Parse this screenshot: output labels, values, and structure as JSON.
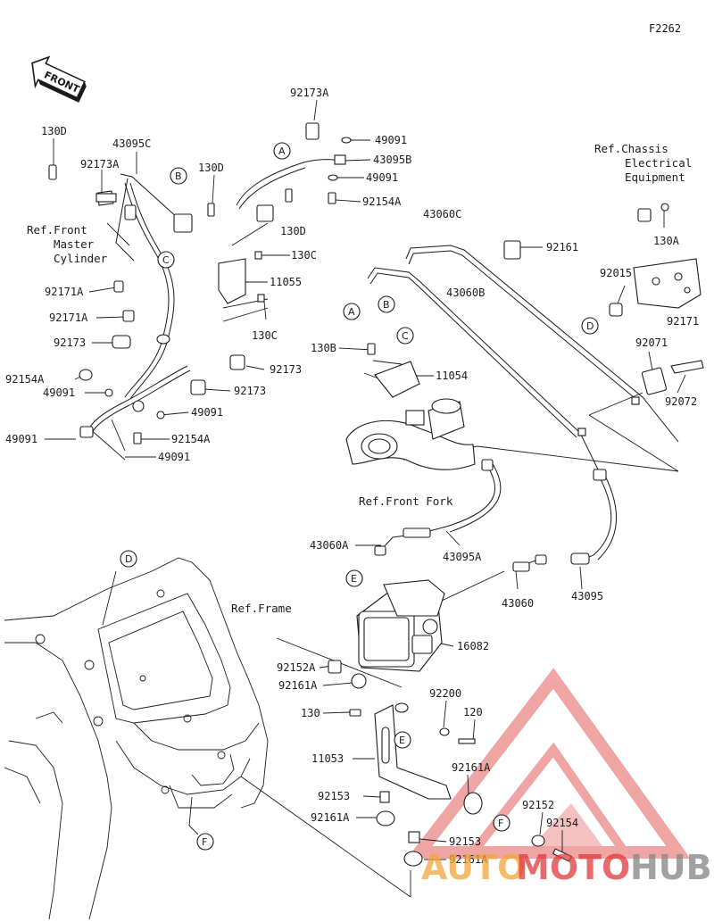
{
  "figure_code": "F2262",
  "front_arrow_text": "FRONT",
  "references": {
    "front_master_cylinder": [
      "Ref.Front",
      "Master",
      "Cylinder"
    ],
    "chassis_electrical": [
      "Ref.Chassis",
      "Electrical",
      "Equipment"
    ],
    "front_fork": "Ref.Front Fork",
    "frame": "Ref.Frame"
  },
  "callout_letters": [
    "A",
    "B",
    "C",
    "D",
    "E",
    "F"
  ],
  "parts": {
    "p130D_a": "130D",
    "p43095C": "43095C",
    "p92173A_a": "92173A",
    "p92173A_b": "92173A",
    "p130D_b": "130D",
    "p130D_c": "130D",
    "p49091_a": "49091",
    "p43095B": "43095B",
    "p49091_b": "49091",
    "p92154A_a": "92154A",
    "p130C_a": "130C",
    "p11055": "11055",
    "p130C_b": "130C",
    "p92171A_a": "92171A",
    "p92171A_b": "92171A",
    "p92173_a": "92173",
    "p92173_b": "92173",
    "p92173_c": "92173",
    "p92154A_b": "92154A",
    "p49091_c": "49091",
    "p49091_d": "49091",
    "p92154A_c": "92154A",
    "p49091_e": "49091",
    "p49091_f": "49091",
    "p43060C": "43060C",
    "p92161": "92161",
    "p43060B": "43060B",
    "p130A": "130A",
    "p92015": "92015",
    "p92171": "92171",
    "p92071": "92071",
    "p92072": "92072",
    "p130B": "130B",
    "p11054": "11054",
    "p43060A": "43060A",
    "p43095A": "43095A",
    "p43060": "43060",
    "p43095": "43095",
    "p16082": "16082",
    "p92152A": "92152A",
    "p92161A_a": "92161A",
    "p92200": "92200",
    "p130": "130",
    "p120": "120",
    "p11053": "11053",
    "p92161A_b": "92161A",
    "p92153_a": "92153",
    "p92161A_c": "92161A",
    "p92152": "92152",
    "p92154": "92154",
    "p92153_b": "92153",
    "p92161A_d": "92161A"
  },
  "watermark": {
    "part1": "AUTO",
    "part2": "MOTO",
    "part3": "HUB"
  },
  "colors": {
    "line": "#1a1a1a",
    "watermark_red": "#e03a3a",
    "watermark_orange": "#f2a53a",
    "watermark_grey": "#8a8a8a"
  }
}
